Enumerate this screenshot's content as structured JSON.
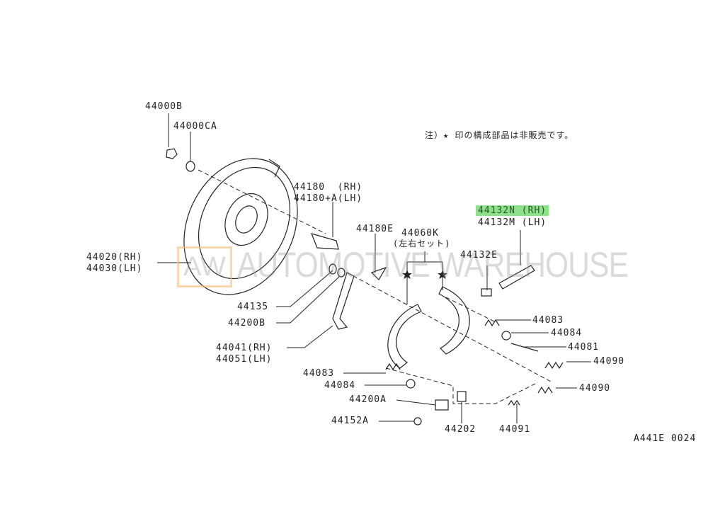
{
  "note": "注）★ 印の構成部品は非販売です。",
  "diagram_code": "A441E 0024",
  "watermark": {
    "logo": "AW",
    "text": "AUTOMOTIVE WAREHOUSE"
  },
  "labels": {
    "p44000B": "44000B",
    "p44000CA": "44000CA",
    "p44180_rh": "44180  (RH)",
    "p44180_lh": "44180+A(LH)",
    "p44020": "44020(RH)",
    "p44030": "44030(LH)",
    "p44180E": "44180E",
    "p44060K": "44060K",
    "p44060K_sub": "(左右セット)",
    "p44132N": "44132N (RH)",
    "p44132M": "44132M (LH)",
    "p44132E": "44132E",
    "p44135": "44135",
    "p44200B": "44200B",
    "p44041": "44041(RH)",
    "p44051": "44051(LH)",
    "p44083a": "44083",
    "p44084a": "44084",
    "p44081": "44081",
    "p44090a": "44090",
    "p44090b": "44090",
    "p44083b": "44083",
    "p44084b": "44084",
    "p44200A": "44200A",
    "p44152A": "44152A",
    "p44202": "44202",
    "p44091": "44091"
  }
}
